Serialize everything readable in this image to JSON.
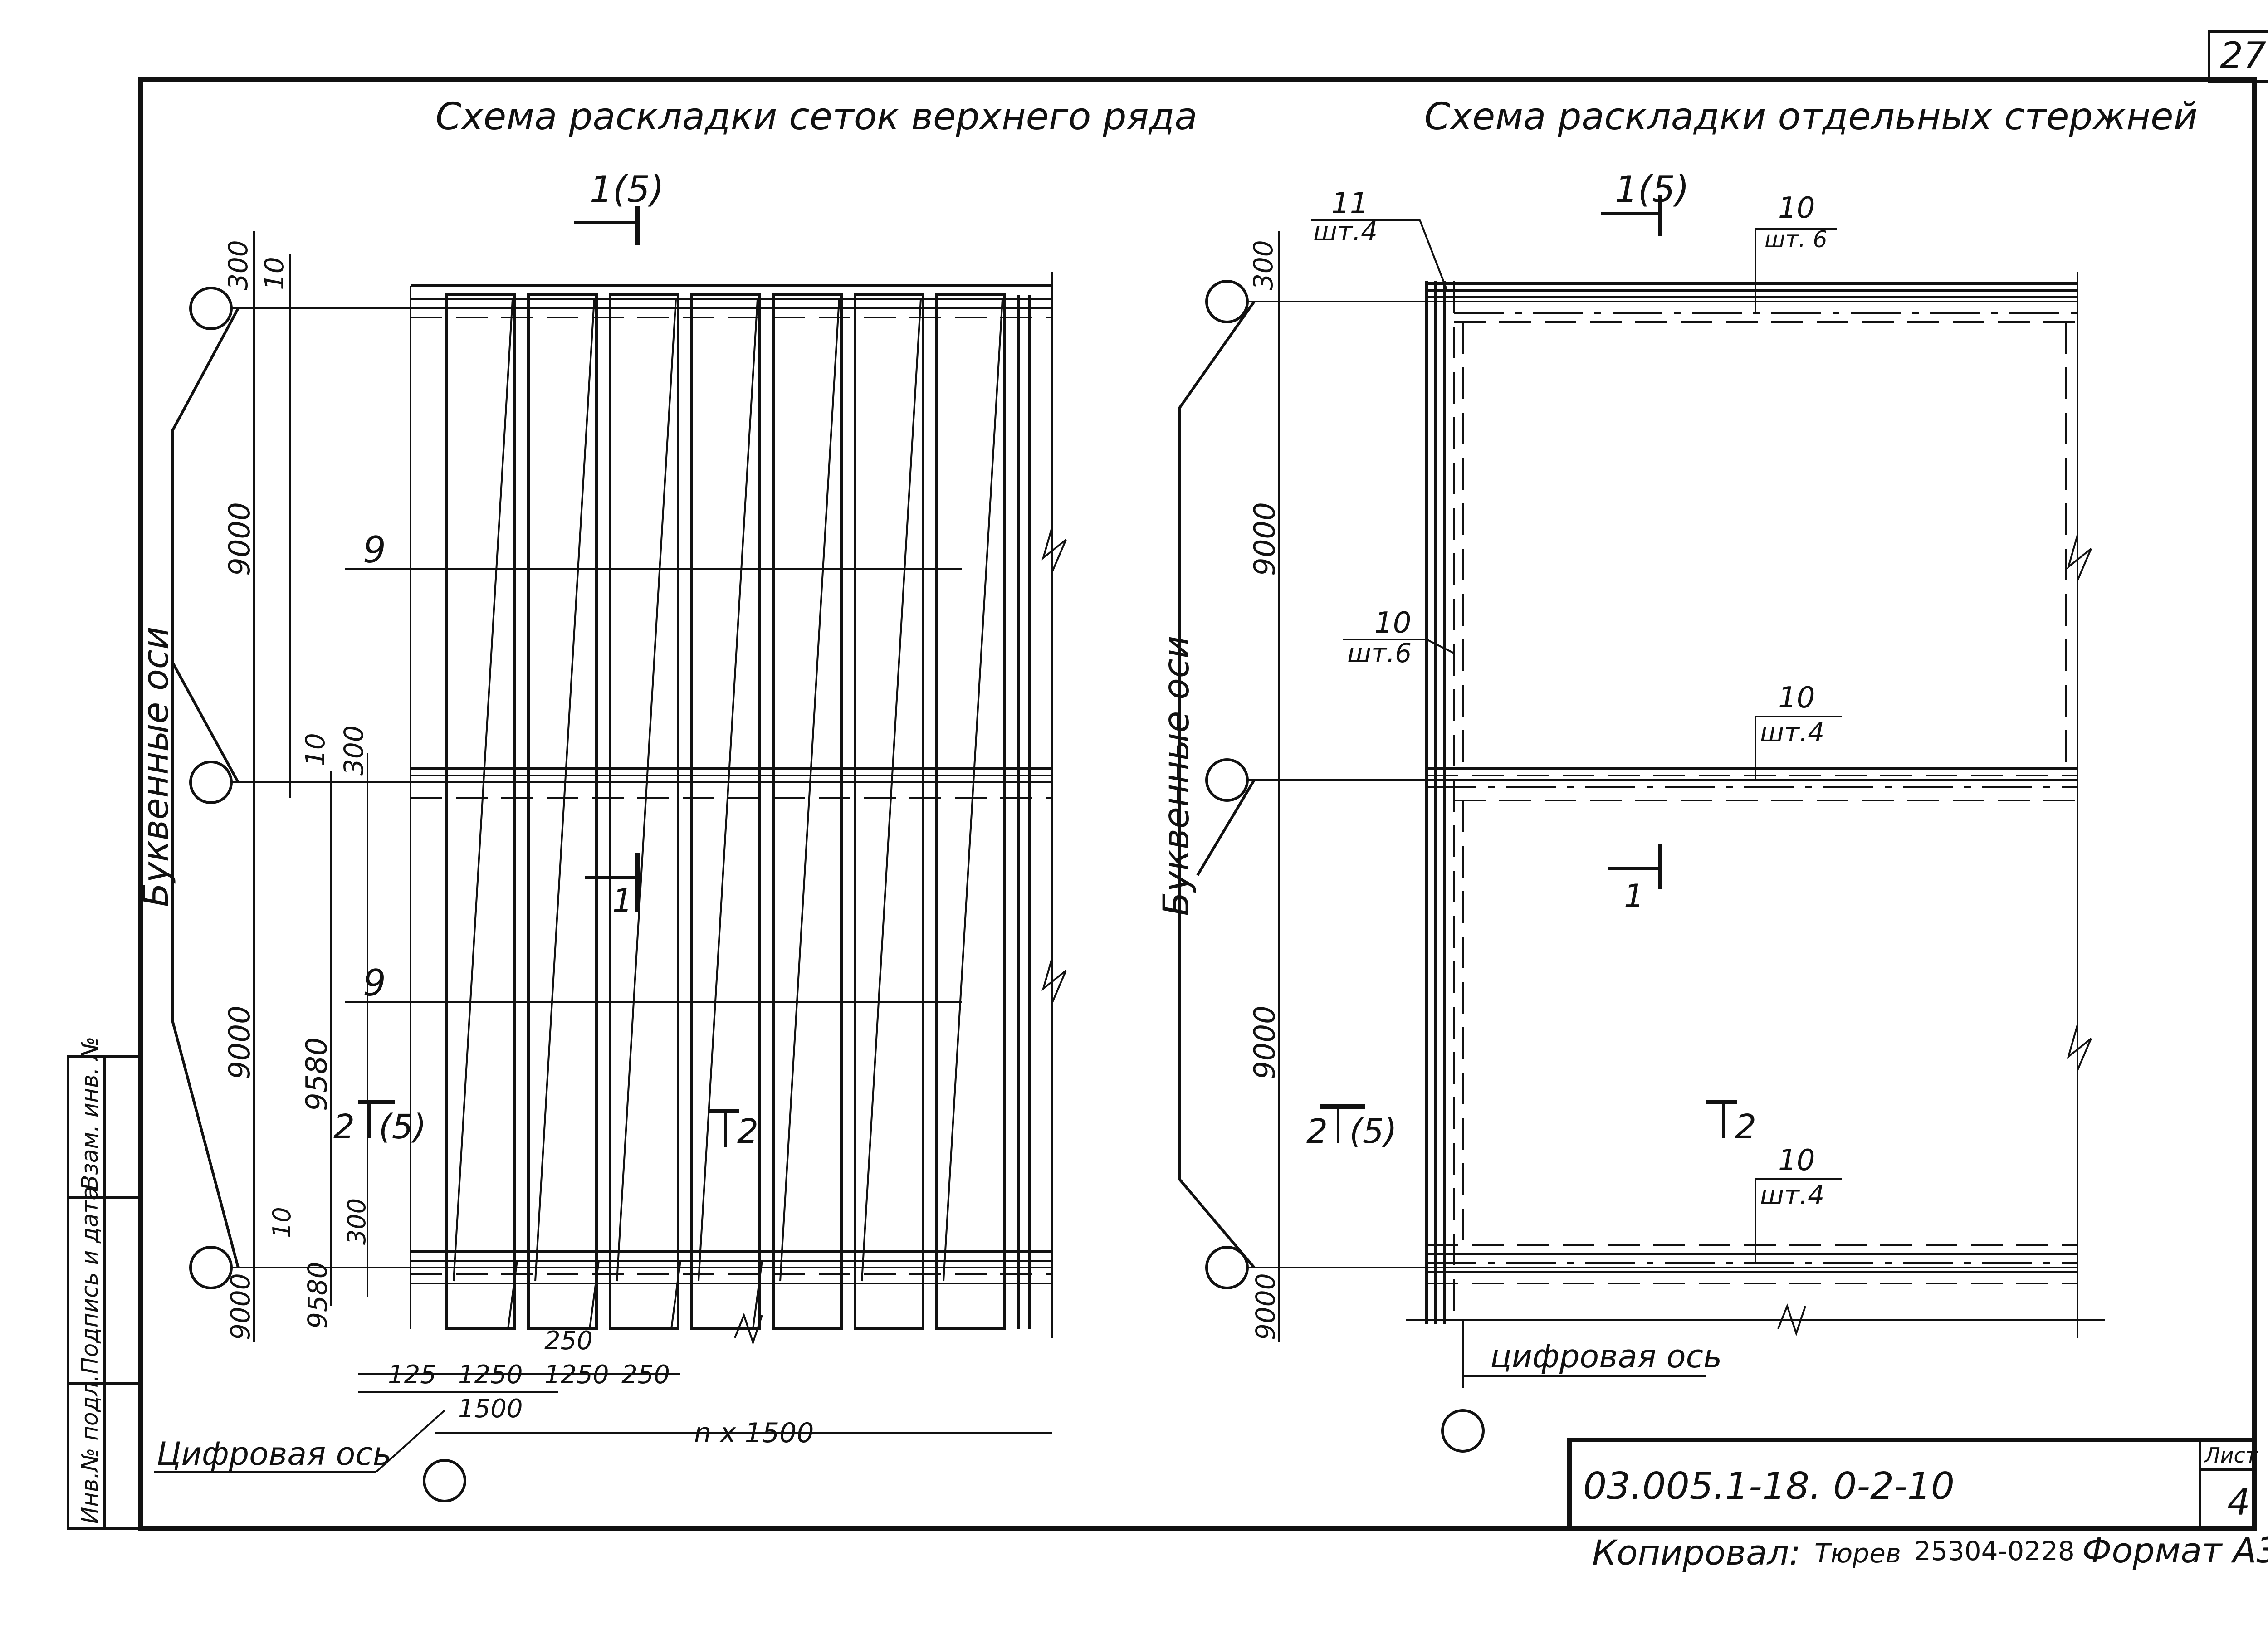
{
  "sheet": {
    "page_number": "27",
    "sheet_label": "Лист",
    "sheet_number": "4",
    "document_code": "03.005.1-18. 0-2-10",
    "copied_by_label": "Копировал:",
    "copied_signature": "Тюрев",
    "order_number": "25304-02",
    "order_suffix": "28",
    "format_label": "Формат А3",
    "stamp_left": [
      "Инв.№ подл.",
      "Подпись и дата",
      "Взам. инв. №"
    ]
  },
  "left": {
    "title": "Схема раскладки сеток верхнего ряда",
    "section_top": "1(5)",
    "section_mid": "1",
    "section_a": "2",
    "section_a_ref": "(5)",
    "section_b": "2",
    "axis_label": "Буквенные оси",
    "digital_axis": "Цифровая ось",
    "mark_upper": "9",
    "mark_lower": "9",
    "dims_vertical": [
      "300",
      "10",
      "9000",
      "10",
      "300",
      "9000",
      "9580",
      "10",
      "300",
      "9580",
      "9000"
    ],
    "dims_bottom": [
      "125",
      "1250",
      "250",
      "1250",
      "250",
      "1500",
      "n x 1500"
    ]
  },
  "right": {
    "title": "Схема раскладки отдельных стержней",
    "section_top": "1(5)",
    "section_mid": "1",
    "section_a": "2",
    "section_a_ref": "(5)",
    "section_b": "2",
    "axis_label": "Буквенные оси",
    "digital_axis": "цифровая ось",
    "dims_vertical": [
      "300",
      "9000",
      "9000",
      "9000"
    ],
    "callouts": [
      {
        "mark": "11",
        "qty": "шт.4"
      },
      {
        "mark": "10",
        "qty": "шт. 6"
      },
      {
        "mark": "10",
        "qty": "шт.6"
      },
      {
        "mark": "10",
        "qty": "шт.4"
      },
      {
        "mark": "10",
        "qty": "шт.4"
      }
    ]
  }
}
